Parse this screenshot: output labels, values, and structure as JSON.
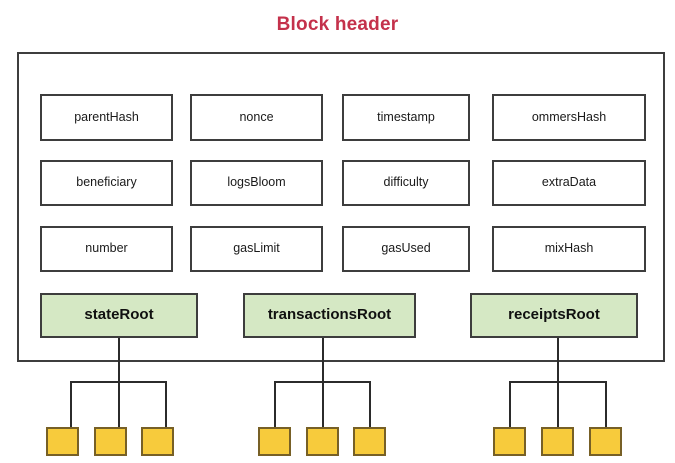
{
  "diagram": {
    "title": "Block header",
    "title_color": "#c4314b",
    "container_label": "block-header-container",
    "field_box_fill": "#ffffff",
    "root_box_fill": "#d5e8c4",
    "leaf_box_fill": "#f7cb3c",
    "leaf_box_border": "#776026",
    "border_color": "#3d3d3d"
  },
  "fields": [
    {
      "label": "parentHash",
      "row": 1,
      "col": 1
    },
    {
      "label": "nonce",
      "row": 1,
      "col": 2
    },
    {
      "label": "timestamp",
      "row": 1,
      "col": 3
    },
    {
      "label": "ommersHash",
      "row": 1,
      "col": 4
    },
    {
      "label": "beneficiary",
      "row": 2,
      "col": 1
    },
    {
      "label": "logsBloom",
      "row": 2,
      "col": 2
    },
    {
      "label": "difficulty",
      "row": 2,
      "col": 3
    },
    {
      "label": "extraData",
      "row": 2,
      "col": 4
    },
    {
      "label": "number",
      "row": 3,
      "col": 1
    },
    {
      "label": "gasLimit",
      "row": 3,
      "col": 2
    },
    {
      "label": "gasUsed",
      "row": 3,
      "col": 3
    },
    {
      "label": "mixHash",
      "row": 3,
      "col": 4
    }
  ],
  "roots": [
    {
      "label": "stateRoot",
      "leaf_count": 3
    },
    {
      "label": "transactionsRoot",
      "leaf_count": 3
    },
    {
      "label": "receiptsRoot",
      "leaf_count": 3
    }
  ]
}
